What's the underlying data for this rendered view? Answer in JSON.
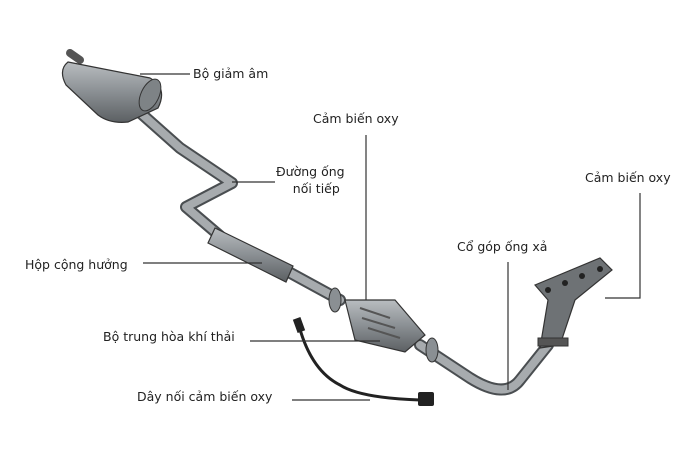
{
  "labels": {
    "muffler": "Bộ giảm âm",
    "oxygen_sensor_top": "Cảm biến oxy",
    "connecting_pipe_line1": "Đường ống",
    "connecting_pipe_line2": "nối tiếp",
    "oxygen_sensor_right": "Cảm biến oxy",
    "exhaust_manifold": "Cổ góp ống xả",
    "resonator": "Hộp cộng hưởng",
    "catalytic_converter": "Bộ trung hòa khí thải",
    "oxygen_sensor_wire": "Dây nối cảm biến oxy"
  },
  "colors": {
    "metal": "#8d9296",
    "metal_dark": "#55595c",
    "line": "#333333"
  }
}
